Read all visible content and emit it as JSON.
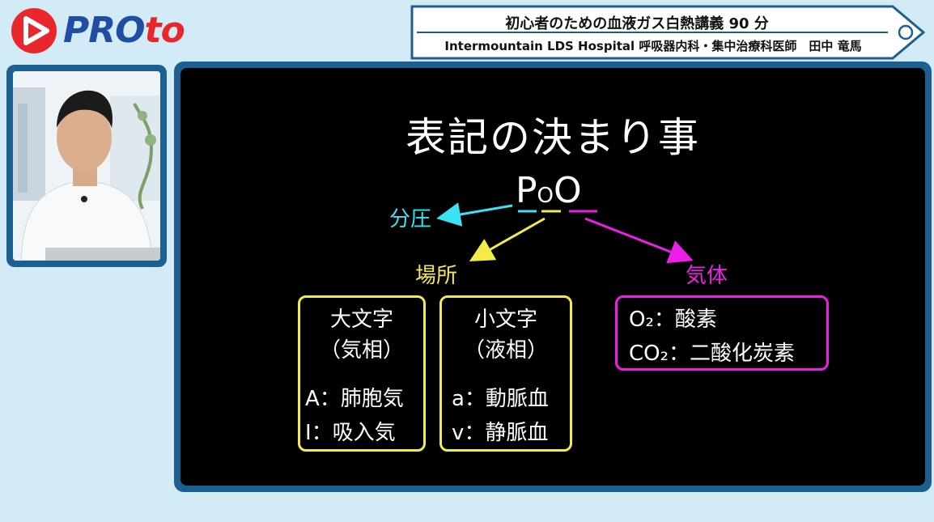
{
  "brand": {
    "logo_pre": "PRO",
    "logo_post": "to"
  },
  "header": {
    "title": "初心者のための血液ガス白熱講義 90 分",
    "subtitle": "Intermountain LDS Hospital 呼吸器内科・集中治療科医師　田中 竜馬"
  },
  "slide": {
    "title": "表記の決まり事",
    "formula": {
      "p": "P",
      "o_small": "O",
      "o_big": "O"
    },
    "labels": {
      "partial_pressure": "分圧",
      "location": "場所",
      "gas": "気体"
    },
    "box_gas_phase": {
      "line1": "大文字",
      "line2": "（気相）",
      "item1": "A：肺胞気",
      "item2": "I：吸入気"
    },
    "box_liquid_phase": {
      "line1": "小文字",
      "line2": "（液相）",
      "item1": "a：動脈血",
      "item2": "v：静脈血"
    },
    "box_gases": {
      "item1": "O₂：酸素",
      "item2": "CO₂：二酸化炭素"
    }
  },
  "colors": {
    "cyan": "#39e2f5",
    "yellow": "#f4ea4a",
    "magenta": "#ee1ee8",
    "navy": "#1d5f91",
    "brand_red": "#e8262b",
    "brand_blue": "#1f4ea3"
  }
}
